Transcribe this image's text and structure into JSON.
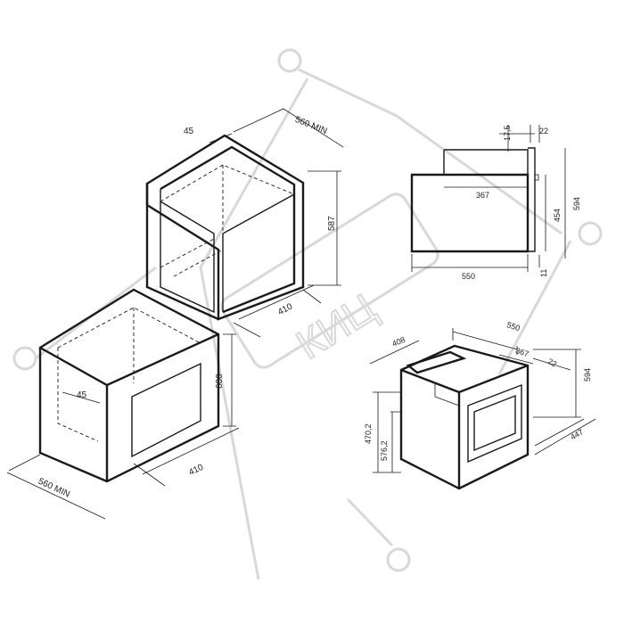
{
  "watermark": {
    "text": "КИЦ"
  },
  "top_cabinet": {
    "depth_label": "560 MIN",
    "recess_label": "45",
    "height_label": "587",
    "opening_depth_label": "410"
  },
  "bottom_cabinet": {
    "depth_label": "560 MIN",
    "recess_label": "45",
    "height_label": "600",
    "opening_depth_label": "410"
  },
  "side_view": {
    "top_offset_label": "17,5",
    "front_panel_label": "22",
    "inner_label": "367",
    "height_inner_label": "454",
    "height_total_label": "594",
    "bottom_label": "11",
    "depth_label": "550"
  },
  "iso_view": {
    "width_label": "550",
    "depth_label": "408",
    "inner_label": "367",
    "front_label": "22",
    "height_label": "594",
    "side_label": "447",
    "left_upper_label": "470,2",
    "left_lower_label": "576,2"
  }
}
